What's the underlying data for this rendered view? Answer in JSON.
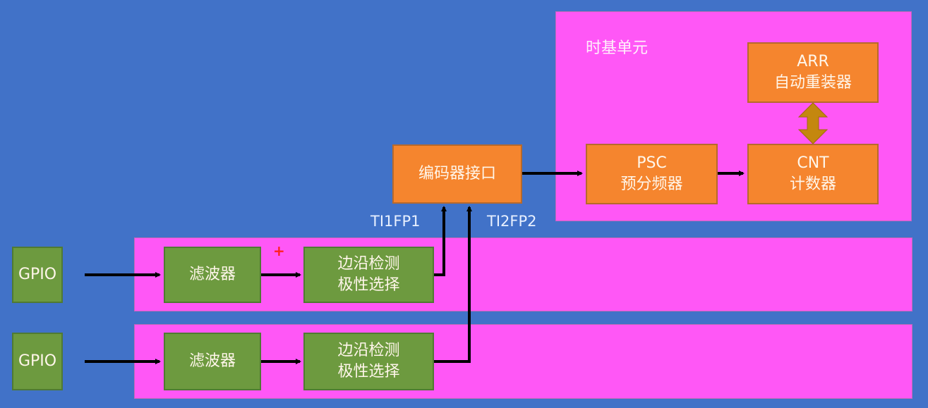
{
  "time_base_unit": {
    "title": "时基单元",
    "arr": {
      "line1": "ARR",
      "line2": "自动重装器"
    },
    "psc": {
      "line1": "PSC",
      "line2": "预分频器"
    },
    "cnt": {
      "line1": "CNT",
      "line2": "计数器"
    }
  },
  "encoder_interface": {
    "label": "编码器接口"
  },
  "signals": {
    "ti1fp1": "TI1FP1",
    "ti2fp2": "TI2FP2"
  },
  "channels": [
    {
      "gpio": "GPIO",
      "filter": "滤波器",
      "edge_line1": "边沿检测",
      "edge_line2": "极性选择"
    },
    {
      "gpio": "GPIO",
      "filter": "滤波器",
      "edge_line1": "边沿检测",
      "edge_line2": "极性选择"
    }
  ],
  "cursor_marker": "+",
  "colors": {
    "background": "#4172c8",
    "panel": "#ff57f6",
    "orange_block": "#f5852e",
    "green_block": "#6d9a3f",
    "bidir_arrow": "#c4870f"
  }
}
